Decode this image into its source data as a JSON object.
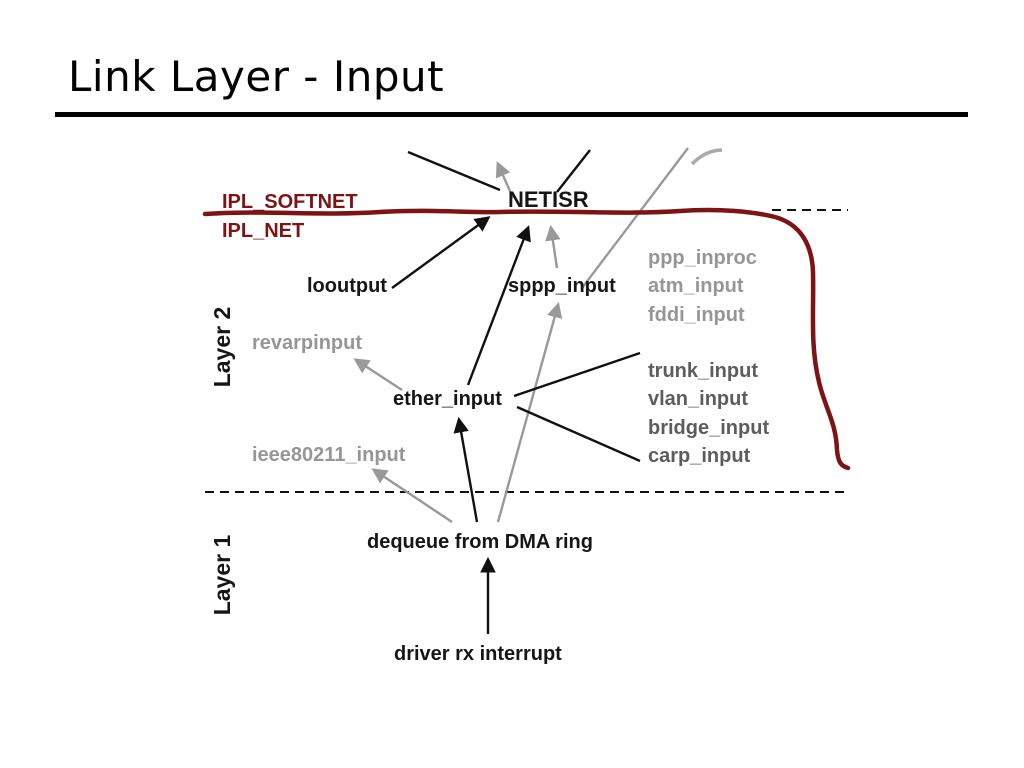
{
  "slide": {
    "title": "Link Layer - Input"
  },
  "diagram": {
    "labels": {
      "ipl_softnet": "IPL_SOFTNET",
      "ipl_net": "IPL_NET",
      "netisr": "NETISR",
      "looutput": "looutput",
      "sppp_input": "sppp_input",
      "ppp_inproc": "ppp_inproc",
      "atm_input": "atm_input",
      "fddi_input": "fddi_input",
      "revarpinput": "revarpinput",
      "ether_input": "ether_input",
      "trunk_input": "trunk_input",
      "vlan_input": "vlan_input",
      "bridge_input": "bridge_input",
      "carp_input": "carp_input",
      "ieee80211_input": "ieee80211_input",
      "dequeue_dma": "dequeue from DMA ring",
      "driver_rx": "driver rx interrupt",
      "layer_2": "Layer 2",
      "layer_1": "Layer 1"
    },
    "colors": {
      "ipl_red": "#7d1414",
      "label_black": "#161616",
      "label_gray": "#969696",
      "label_dark_gray": "#5d5d5d",
      "arrow_black": "#111111",
      "arrow_gray": "#999999"
    }
  }
}
